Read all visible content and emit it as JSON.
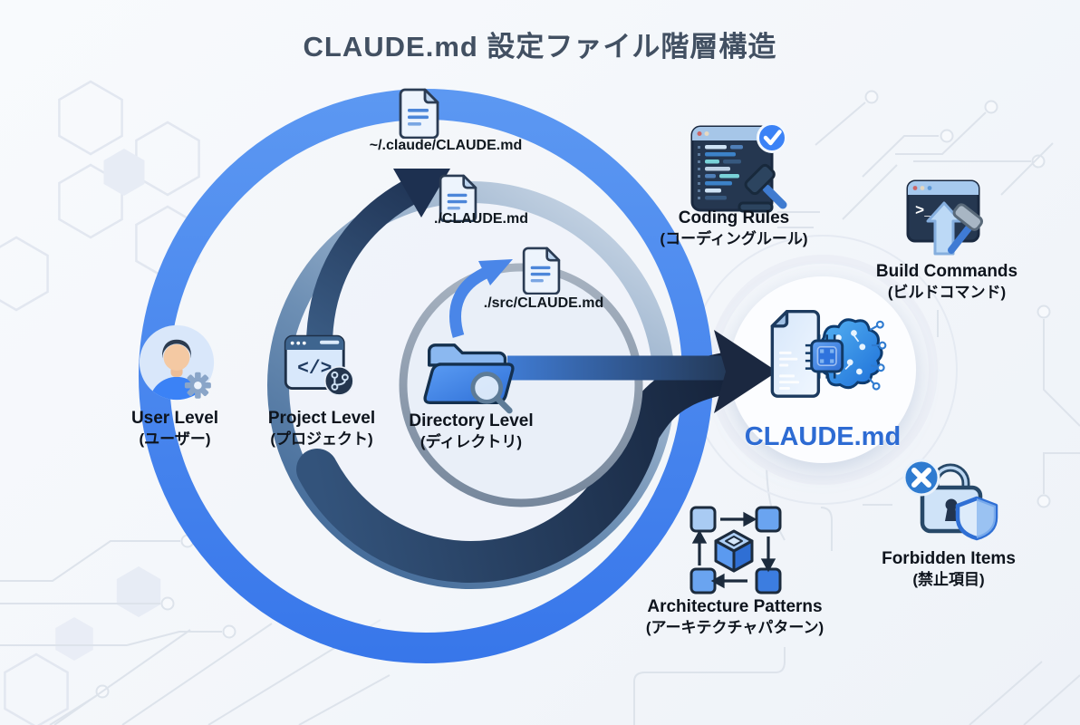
{
  "title": "CLAUDE.md 設定ファイル階層構造",
  "hierarchy": {
    "files": [
      {
        "path": "~/.claude/CLAUDE.md"
      },
      {
        "path": "./CLAUDE.md"
      },
      {
        "path": "./src/CLAUDE.md"
      }
    ],
    "levels": [
      {
        "name": "User Level",
        "name_jp": "(ユーザー)"
      },
      {
        "name": "Project Level",
        "name_jp": "(プロジェクト)"
      },
      {
        "name": "Directory Level",
        "name_jp": "(ディレクトリ)"
      }
    ],
    "target": {
      "label": "CLAUDE.md"
    }
  },
  "contents": [
    {
      "name": "Coding Rules",
      "name_jp": "(コーディングルール)"
    },
    {
      "name": "Build Commands",
      "name_jp": "(ビルドコマンド)"
    },
    {
      "name": "Architecture Patterns",
      "name_jp": "(アーキテクチャパターン)"
    },
    {
      "name": "Forbidden Items",
      "name_jp": "(禁止項目)"
    }
  ],
  "icon_glyphs": {
    "code": "</>",
    "terminal": ">_"
  },
  "colors": {
    "accent_blue": "#4285f0",
    "dark_navy": "#1b2840",
    "label_blue": "#2d6bd3"
  }
}
